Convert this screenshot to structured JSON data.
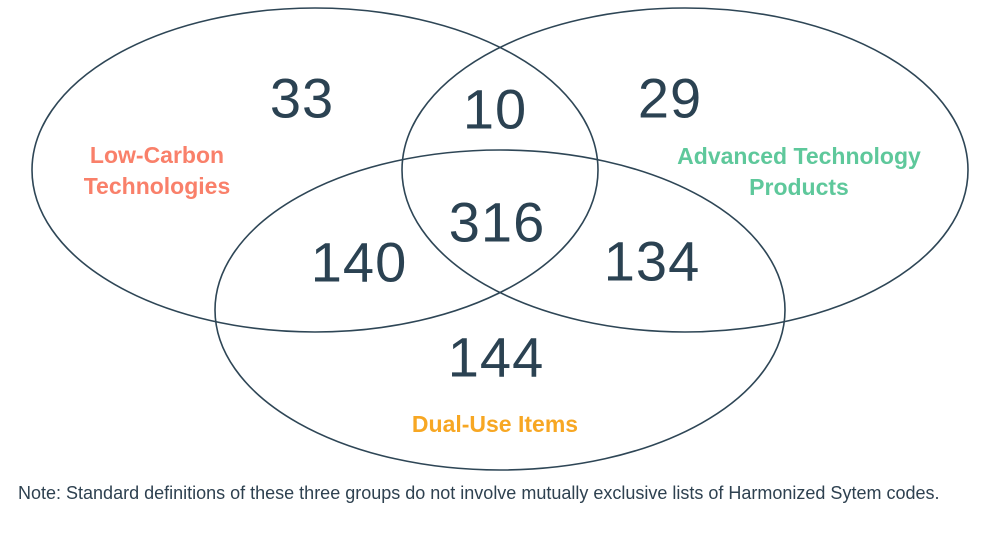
{
  "chart_data": {
    "type": "venn",
    "title": "",
    "sets": [
      {
        "name": "Low-Carbon Technologies",
        "label_color": "#f9806a"
      },
      {
        "name": "Advanced Technology Products",
        "label_color": "#5ec89b"
      },
      {
        "name": "Dual-Use Items",
        "label_color": "#f7a723"
      }
    ],
    "regions": {
      "low_carbon_only": 33,
      "advanced_only": 29,
      "dual_use_only": 144,
      "low_carbon_and_advanced": 10,
      "low_carbon_and_dual_use": 140,
      "advanced_and_dual_use": 134,
      "all_three": 316
    },
    "outline_color": "#2e4656",
    "value_color": "#2b4252",
    "legend_position": "inside-ellipses",
    "grid": false
  },
  "note": "Note: Standard definitions of these three groups do not involve mutually exclusive lists of Harmonized Sytem codes."
}
